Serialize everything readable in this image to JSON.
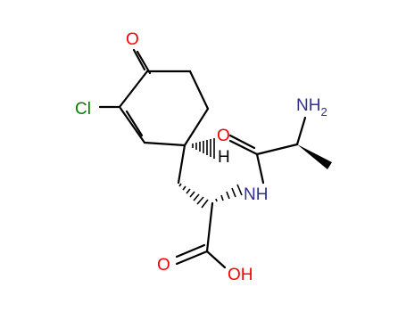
{
  "molecule": {
    "colors": {
      "bond": "#000000",
      "oxygen": "#ff0000",
      "nitrogen": "#303090",
      "chlorine": "#008000",
      "hydrogen": "#000000"
    },
    "labels": {
      "ketone_oxygen": "O",
      "chlorine": "Cl",
      "amide_oxygen": "O",
      "amine_n": "NH",
      "amine_sub": "2",
      "amide_nh": "NH",
      "stereo_h": "H",
      "acid_oxygen": "O",
      "hydroxyl": "OH"
    },
    "stereo": {
      "ring_c1_hydrogen": "hashed-wedge",
      "alanine_methyl": "solid-wedge",
      "alpha_carbon_ch2": "hashed-wedge",
      "alpha_carbon_nh": "hashed-wedge"
    }
  }
}
